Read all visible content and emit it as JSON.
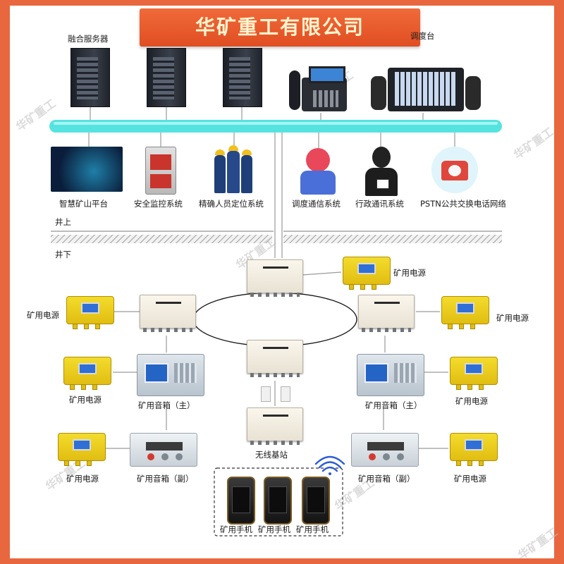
{
  "title": "华矿重工有限公司",
  "watermark": "华矿重工",
  "above_ground": {
    "server_label": "融合服务器",
    "console_label": "调度台",
    "systems": [
      "智慧矿山平台",
      "安全监控系统",
      "精确人员定位系统",
      "调度通信系统",
      "行政通讯系统",
      "PSTN公共交换电话网络"
    ]
  },
  "zones": {
    "surface": "井上",
    "underground": "井下"
  },
  "underground": {
    "power_label": "矿用电源",
    "speaker_main": "矿用音箱（主）",
    "speaker_sub": "矿用音箱（副）",
    "base_station": "无线基站",
    "handset_label": "矿用手机"
  },
  "colors": {
    "frame": "#e9673f",
    "bus": "#55e3e0",
    "title_bg": "#ea5b2f",
    "title_text": "#fff5cf"
  }
}
